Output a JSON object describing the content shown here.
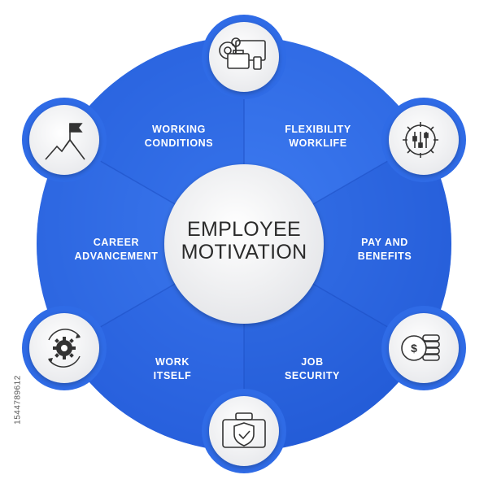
{
  "center": {
    "line1": "EMPLOYEE",
    "line2": "MOTIVATION"
  },
  "segments": [
    {
      "line1": "WORKING",
      "line2": "CONDITIONS",
      "icon": "mountain-flag-icon"
    },
    {
      "line1": "FLEXIBILITY",
      "line2": "WORKLIFE",
      "icon": "gear-sliders-icon"
    },
    {
      "line1": "PAY AND",
      "line2": "BENEFITS",
      "icon": "coins-dollar-icon"
    },
    {
      "line1": "JOB",
      "line2": "SECURITY",
      "icon": "briefcase-shield-icon"
    },
    {
      "line1": "WORK",
      "line2": "ITSELF",
      "icon": "gear-cycle-icon"
    },
    {
      "line1": "CAREER",
      "line2": "ADVANCEMENT",
      "icon": "mountain-flag-icon"
    }
  ],
  "top_icon": "gears-briefcase-icon",
  "side_text": "1544789612",
  "colors": {
    "blue": "#2f6be6",
    "blue_dark": "#1f55d0",
    "blue_light": "#4a86f5",
    "circle": "#f1f2f4",
    "text_dark": "#2b2b2b"
  }
}
